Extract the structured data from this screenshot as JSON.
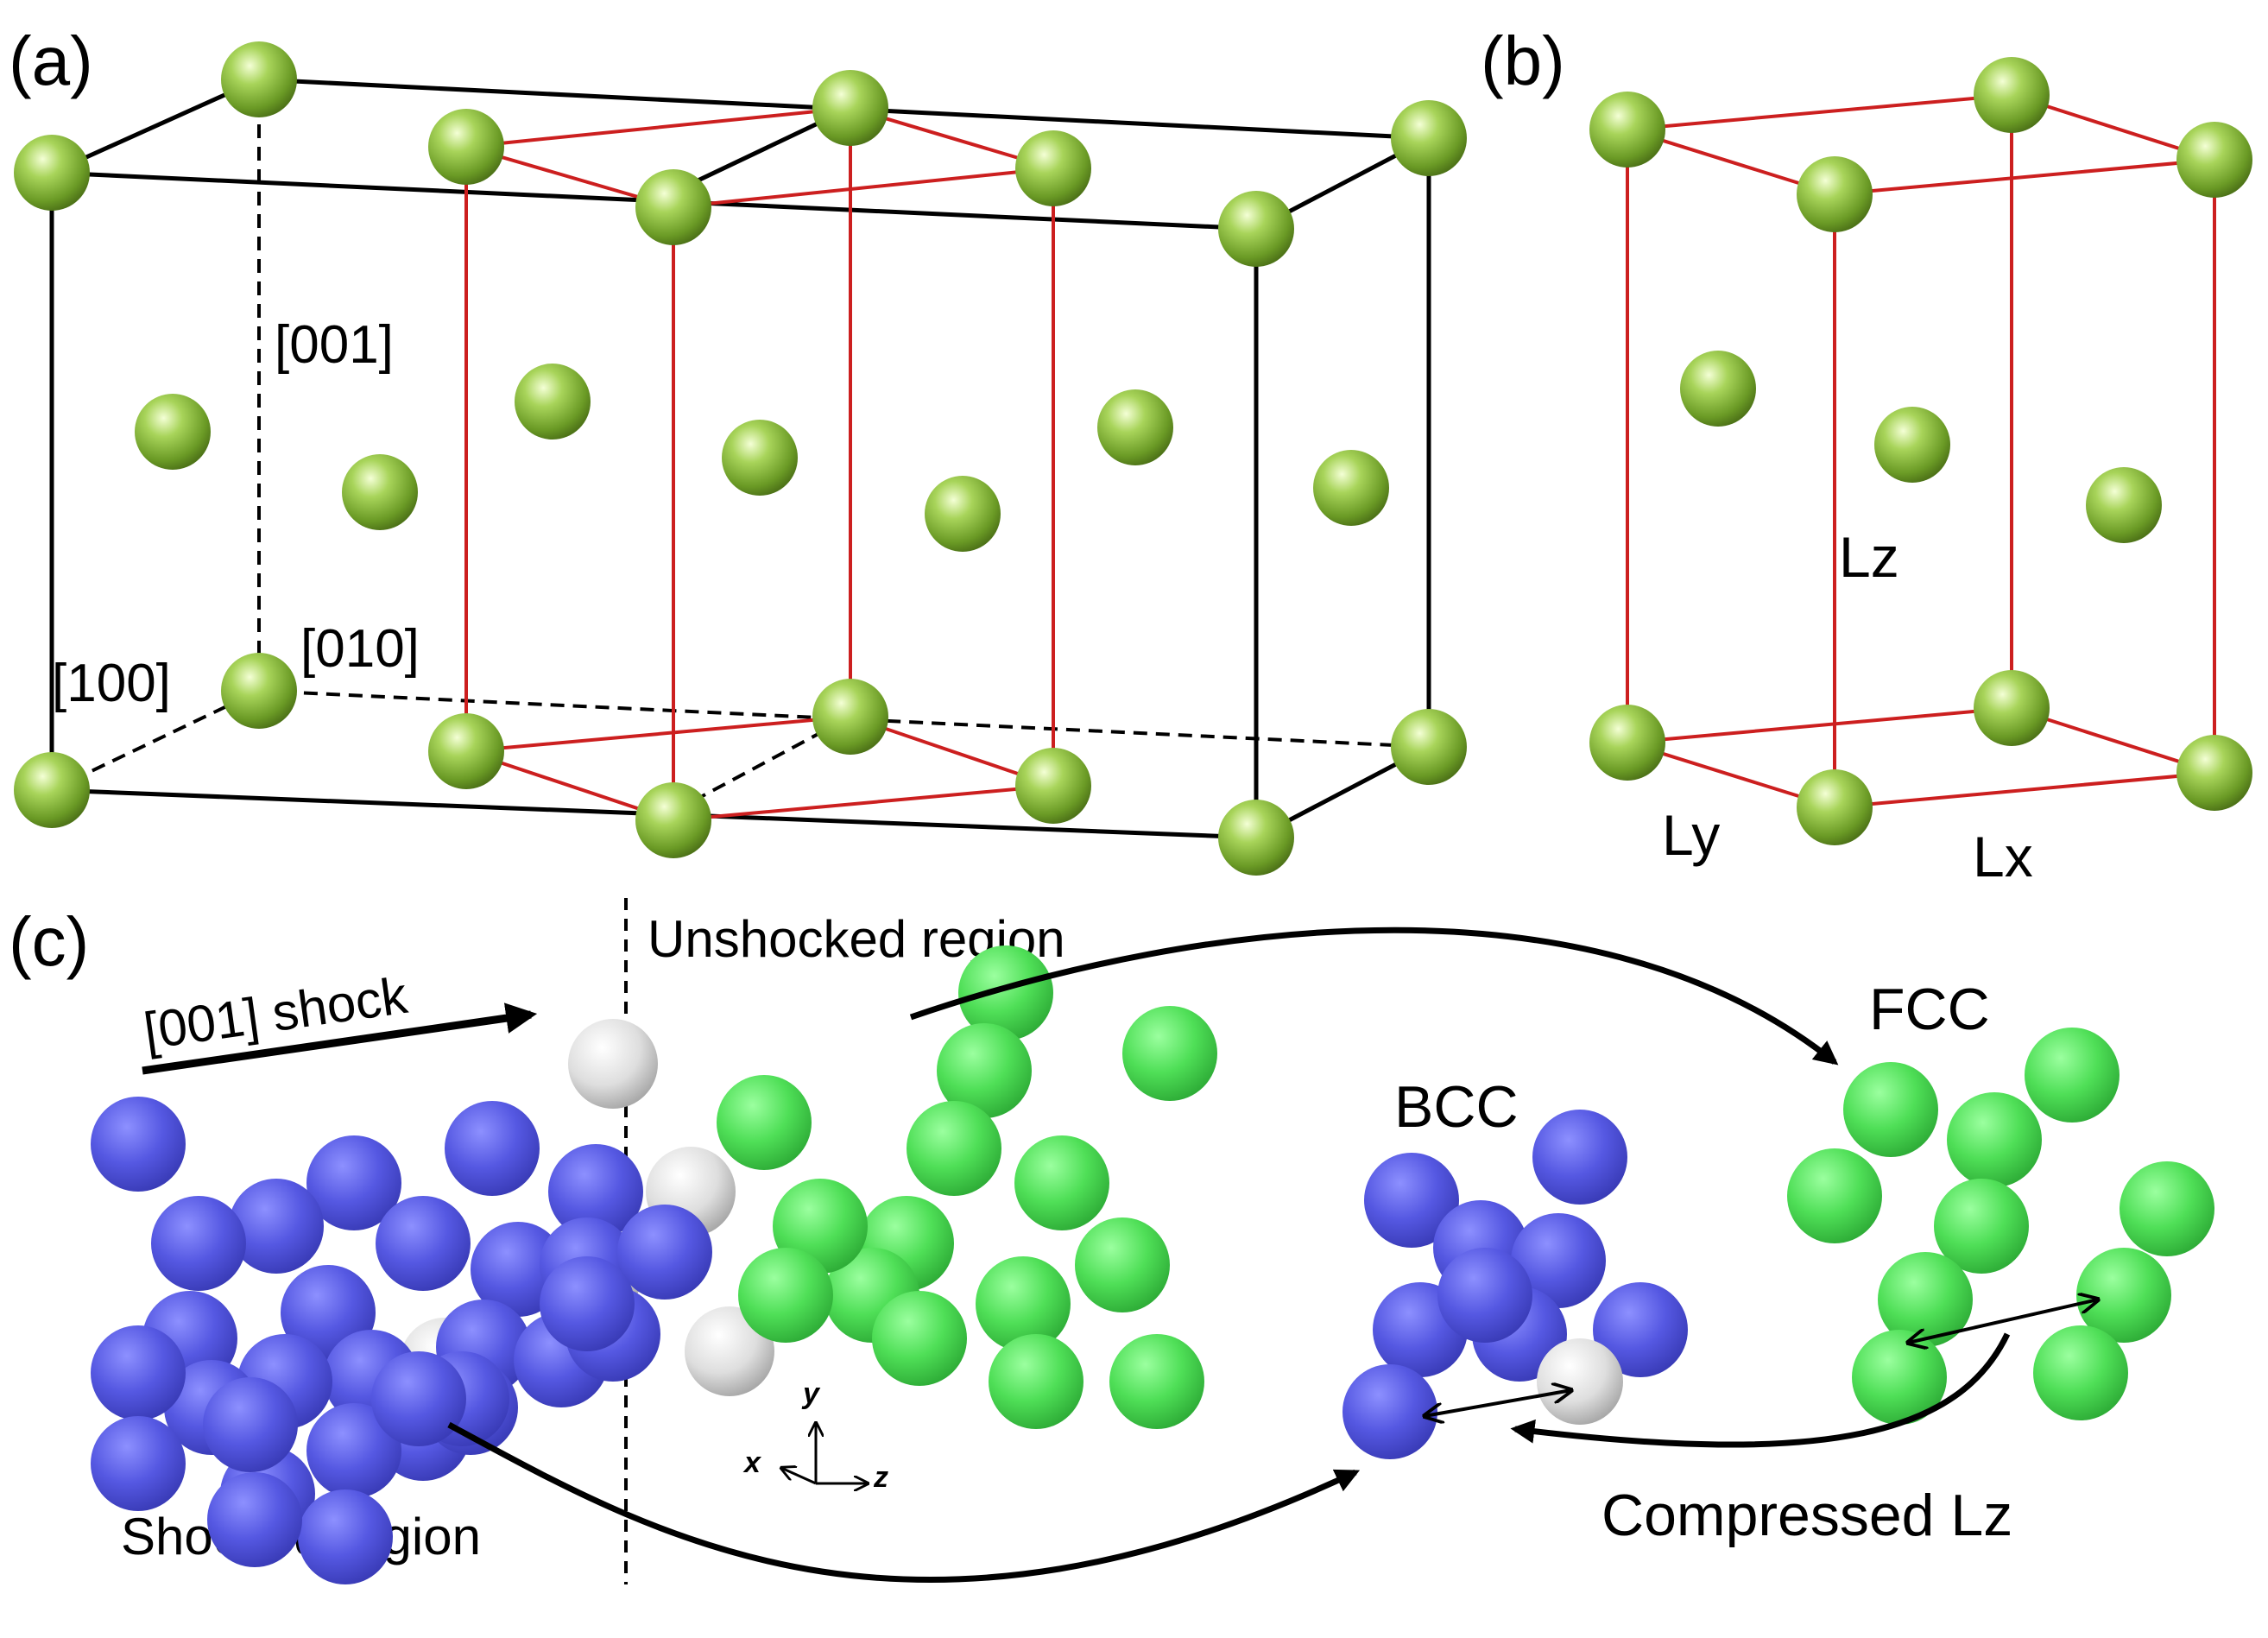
{
  "panels": {
    "a": {
      "label": "(a)",
      "directions": [
        "[001]",
        "[010]",
        "[100]"
      ]
    },
    "b": {
      "label": "(b)",
      "lengths": [
        "Lz",
        "Ly",
        "Lx"
      ]
    },
    "c": {
      "label": "(c)",
      "shock_label": "[001] shock",
      "unshocked_label": "Unshocked region",
      "shocked_label": "Shocked region",
      "bcc_label": "BCC",
      "fcc_label": "FCC",
      "compressed_label": "Compressed Lz",
      "axes": {
        "x": "x",
        "y": "y",
        "z": "z"
      }
    }
  },
  "colors": {
    "atom_green": "#9cc94a",
    "atom_blue": "#5b5fe6",
    "atom_bright_green": "#4fe05a",
    "atom_white": "#e8e8e8",
    "black_edges": "#000000",
    "red_edges": "#cc1f1f"
  }
}
